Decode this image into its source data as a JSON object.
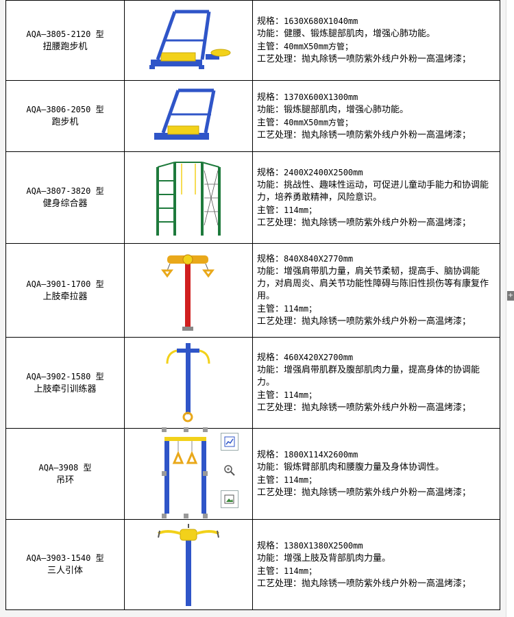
{
  "products": [
    {
      "model": "AQA—3805-2120 型",
      "name": "扭腰跑步机",
      "spec_label": "规格：",
      "spec": "1630X680X1040mm",
      "func_label": "功能：",
      "func": "健腰、锻炼腿部肌肉，增强心肺功能。",
      "pipe_label": "主管：",
      "pipe": "40mmX50mm方管；",
      "process_label": "工艺处理：",
      "process": "抛丸除锈一喷防紫外线户外粉一高温烤漆；",
      "image_icon": "twist-treadmill-icon"
    },
    {
      "model": "AQA—3806-2050 型",
      "name": "跑步机",
      "spec_label": "规格：",
      "spec": "1370X600X1300mm",
      "func_label": "功能：",
      "func": "锻炼腿部肌肉，增强心肺功能。",
      "pipe_label": "主管：",
      "pipe": "40mmX50mm方管；",
      "process_label": "工艺处理：",
      "process": "抛丸除锈一喷防紫外线户外粉一高温烤漆；",
      "image_icon": "treadmill-icon"
    },
    {
      "model": "AQA—3807-3820 型",
      "name": "健身综合器",
      "spec_label": "规格：",
      "spec": "2400X2400X2500mm",
      "func_label": "功能：",
      "func": "挑战性、趣味性运动，可促进儿童动手能力和协调能力，培养勇敢精神，风险意识。",
      "pipe_label": "主管：",
      "pipe": "114mm；",
      "process_label": "工艺处理：",
      "process": "抛丸除锈一喷防紫外线户外粉一高温烤漆；",
      "image_icon": "fitness-combo-icon"
    },
    {
      "model": "AQA—3901-1700 型",
      "name": "上肢牵拉器",
      "spec_label": "规格：",
      "spec": "840X840X2770mm",
      "func_label": "功能：",
      "func": "增强肩带肌力量，肩关节柔韧，提高手、脑协调能力，对肩周炎、肩关节功能性障碍与陈旧性损伤等有康复作用。",
      "pipe_label": "主管：",
      "pipe": "114mm；",
      "process_label": "工艺处理：",
      "process": "抛丸除锈一喷防紫外线户外粉一高温烤漆；",
      "image_icon": "upper-limb-puller-icon"
    },
    {
      "model": "AQA—3902-1580 型",
      "name": "上肢牵引训练器",
      "spec_label": "规格：",
      "spec": "460X420X2700mm",
      "func_label": "功能：",
      "func": "增强肩带肌群及腹部肌肉力量，提高身体的协调能力。",
      "pipe_label": "主管：",
      "pipe": "114mm；",
      "process_label": "工艺处理：",
      "process": "抛丸除锈一喷防紫外线户外粉一高温烤漆；",
      "image_icon": "upper-limb-traction-icon"
    },
    {
      "model": "AQA—3908 型",
      "name": "吊环",
      "spec_label": "规格：",
      "spec": "1800X114X2600mm",
      "func_label": "功能：",
      "func": "锻炼臂部肌肉和腰腹力量及身体协调性。",
      "pipe_label": "主管：",
      "pipe": "114mm；",
      "process_label": "工艺处理：",
      "process": "抛丸除锈一喷防紫外线户外粉一高温烤漆；",
      "image_icon": "rings-icon"
    },
    {
      "model": "AQA—3903-1540 型",
      "name": "三人引体",
      "spec_label": "规格：",
      "spec": "1380X1380X2500mm",
      "func_label": "功能：",
      "func": "增强上肢及背部肌肉力量。",
      "pipe_label": "主管：",
      "pipe": "114mm；",
      "process_label": "工艺处理：",
      "process": "抛丸除锈一喷防紫外线户外粉一高温烤漆；",
      "image_icon": "three-person-pullup-icon"
    }
  ],
  "toolbar": {
    "side_button": "+",
    "tools": [
      "chart-edit-icon",
      "zoom-icon",
      "image-replace-icon"
    ]
  },
  "colors": {
    "blue": "#2f55c8",
    "yellow": "#f2d11a",
    "green": "#1e7a3c",
    "red": "#d01f1f",
    "gold": "#e9a81a"
  }
}
